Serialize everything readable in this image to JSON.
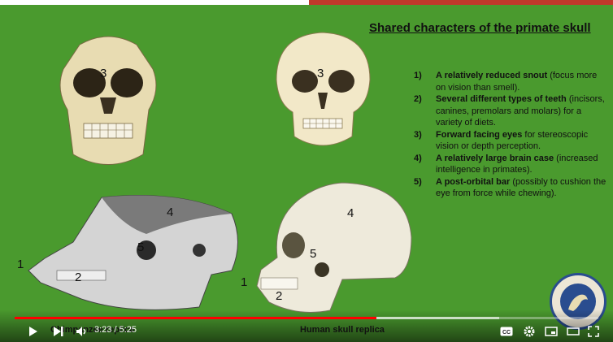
{
  "slide": {
    "title": "Shared characters of the primate skull",
    "points": [
      {
        "num": "1)",
        "head": "A relatively reduced snout",
        "rest": " (focus more on vision than smell)."
      },
      {
        "num": "2)",
        "head": "Several different types of teeth",
        "rest": " (incisors, canines, premolars and molars) for a variety of diets."
      },
      {
        "num": "3)",
        "head": "Forward facing eyes",
        "rest": " for stereoscopic vision or depth perception."
      },
      {
        "num": "4)",
        "head": "A relatively large brain case",
        "rest": " (increased intelligence in primates)."
      },
      {
        "num": "5)",
        "head": " A post-orbital bar",
        "rest": " (possibly to cushion the eye from force while chewing)."
      }
    ],
    "labels": {
      "chimp_front_3": "3",
      "human_front_3": "3",
      "chimp_side_4": "4",
      "chimp_side_5": "5",
      "chimp_side_1": "1",
      "chimp_side_2": "2",
      "human_side_4": "4",
      "human_side_5": "5",
      "human_side_1": "1",
      "human_side_2": "2"
    },
    "captions": {
      "left": "Chimpanzee replica",
      "right": "Human skull replica"
    }
  },
  "player": {
    "time": "3:23 / 5:25",
    "progress": 0.62,
    "buffered": 0.83,
    "colors": {
      "played": "#ff0000",
      "background": "#4a9a2e"
    },
    "icons": [
      "play-icon",
      "next-icon",
      "volume-icon",
      "cc-icon",
      "settings-icon",
      "miniplayer-icon",
      "theater-icon",
      "fullscreen-icon"
    ]
  }
}
